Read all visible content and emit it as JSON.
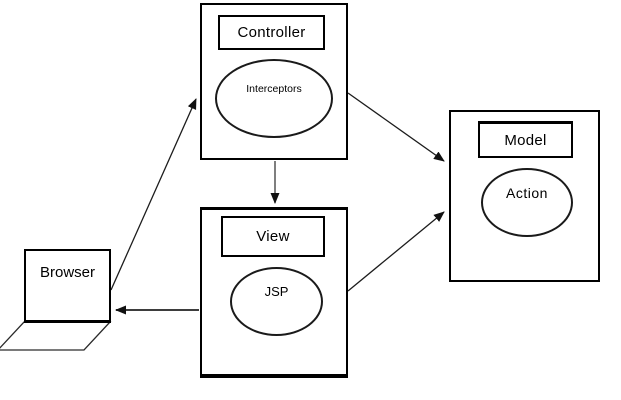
{
  "diagram": {
    "nodes": {
      "browser": {
        "label": "Browser",
        "shape": "laptop"
      },
      "controller": {
        "title": "Controller",
        "component": "Interceptors"
      },
      "view": {
        "title": "View",
        "component": "JSP"
      },
      "model": {
        "title": "Model",
        "component": "Action"
      }
    },
    "edges": [
      {
        "from": "Browser",
        "to": "Controller"
      },
      {
        "from": "Controller",
        "to": "View"
      },
      {
        "from": "Controller",
        "to": "Model"
      },
      {
        "from": "View",
        "to": "Model"
      },
      {
        "from": "View",
        "to": "Browser"
      }
    ],
    "colors": {
      "background": "#ffffff",
      "stroke": "#000000",
      "text": "#000000"
    }
  }
}
